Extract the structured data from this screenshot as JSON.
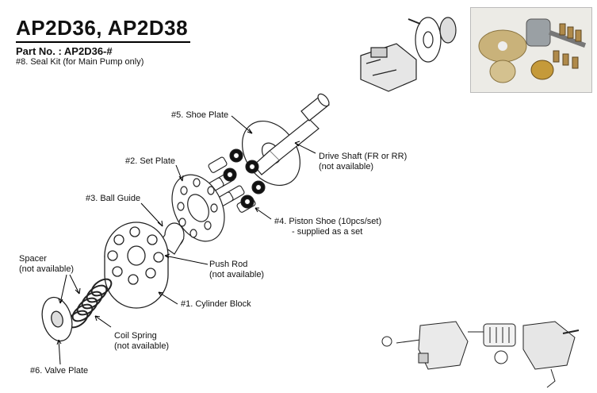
{
  "header": {
    "title": "AP2D36, AP2D38",
    "part_no": "Part No. : AP2D36-#",
    "seal_kit": "#8. Seal Kit (for Main Pump only)"
  },
  "callouts": {
    "shoe_plate": "#5. Shoe Plate",
    "set_plate": "#2. Set Plate",
    "ball_guide": "#3. Ball Guide",
    "drive_shaft": "Drive Shaft (FR or RR)",
    "drive_shaft_note": "(not available)",
    "piston_shoe": "#4. Piston Shoe (10pcs/set)",
    "piston_shoe_note": "- supplied as a set",
    "spacer": "Spacer",
    "spacer_note": "(not available)",
    "push_rod": "Push Rod",
    "push_rod_note": "(not available)",
    "cylinder_block": "#1. Cylinder Block",
    "coil_spring": "Coil Spring",
    "coil_spring_note": "(not available)",
    "valve_plate": "#6. Valve Plate"
  }
}
